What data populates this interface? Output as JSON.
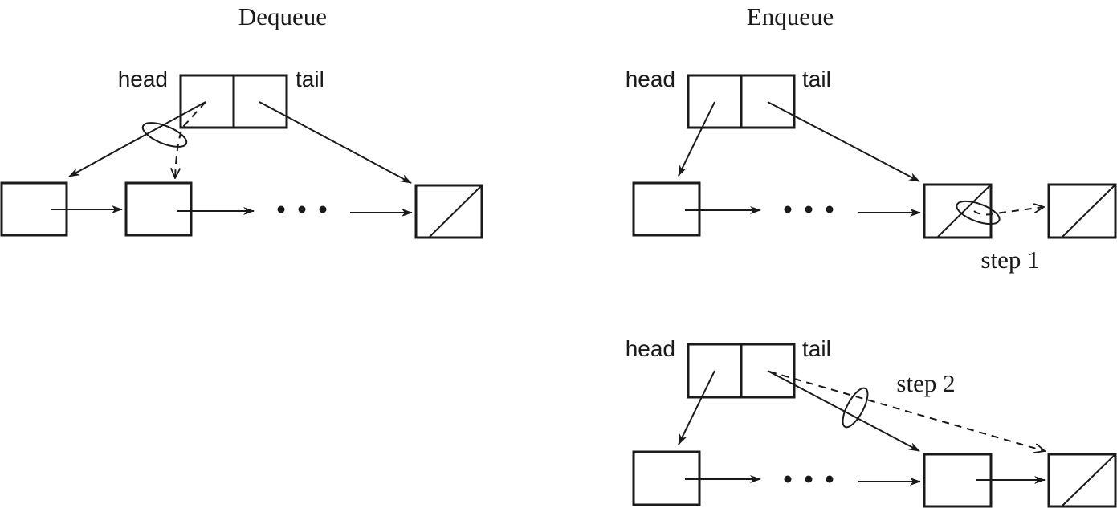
{
  "panels": {
    "dequeue": {
      "title": "Dequeue",
      "queue": {
        "head_label": "head",
        "tail_label": "tail"
      },
      "nodes": [
        {
          "role": "removed-first",
          "null_next": false
        },
        {
          "role": "new-first",
          "null_next": false
        },
        {
          "role": "last",
          "null_next": true
        }
      ],
      "ellipsis": "• • •",
      "note": "head pointer moved (dashed) from first node to second node"
    },
    "enqueue_step1": {
      "title": "Enqueue",
      "queue": {
        "head_label": "head",
        "tail_label": "tail"
      },
      "nodes": [
        {
          "role": "first",
          "null_next": false
        },
        {
          "role": "old-last",
          "null_next": true
        },
        {
          "role": "new-node",
          "null_next": true
        }
      ],
      "ellipsis": "• • •",
      "step_label": "step 1"
    },
    "enqueue_step2": {
      "queue": {
        "head_label": "head",
        "tail_label": "tail"
      },
      "nodes": [
        {
          "role": "first",
          "null_next": false
        },
        {
          "role": "old-last",
          "null_next": false
        },
        {
          "role": "new-last",
          "null_next": true
        }
      ],
      "ellipsis": "• • •",
      "step_label": "step 2"
    }
  },
  "colors": {
    "ink": "#1a1a1a",
    "background": "#ffffff"
  }
}
